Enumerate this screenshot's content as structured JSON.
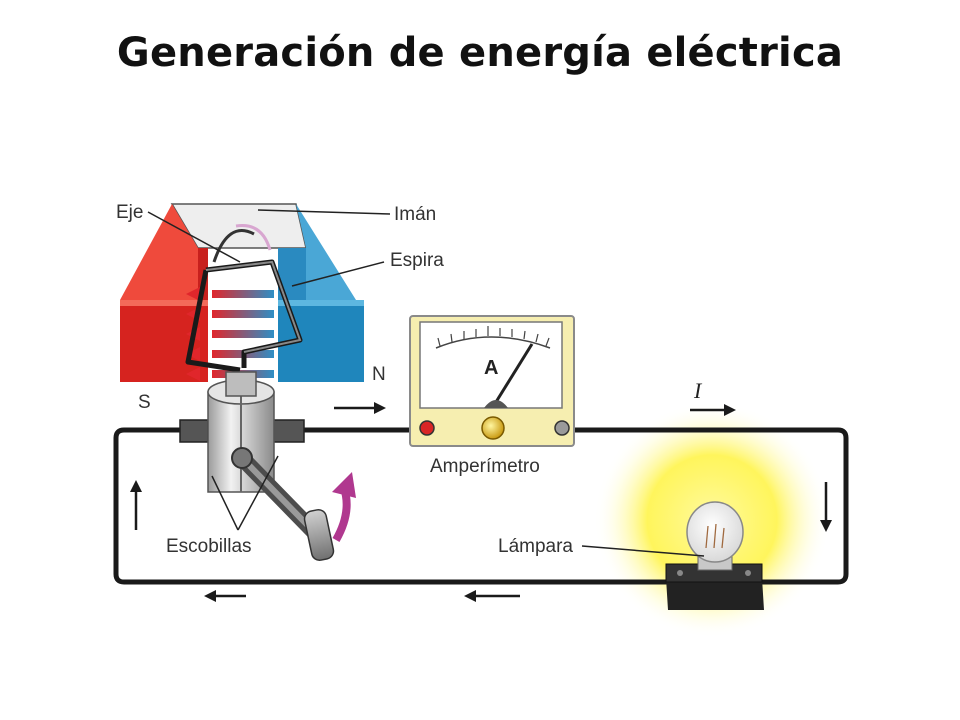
{
  "title": "Generación de energía eléctrica",
  "labels": {
    "axis": "Eje",
    "magnet": "Imán",
    "loop": "Espira",
    "north": "N",
    "south": "S",
    "ammeter": "Amperímetro",
    "ammeter_unit": "A",
    "brushes": "Escobillas",
    "lamp": "Lámpara",
    "current": "I"
  },
  "colors": {
    "magnet_north": "#1f8fc0",
    "magnet_south": "#e0262b",
    "meter_body": "#f6eeb0",
    "lamp_glow": "#fff23a",
    "wire": "#1a1a1a",
    "rotation_arrow": "#b0388f"
  }
}
